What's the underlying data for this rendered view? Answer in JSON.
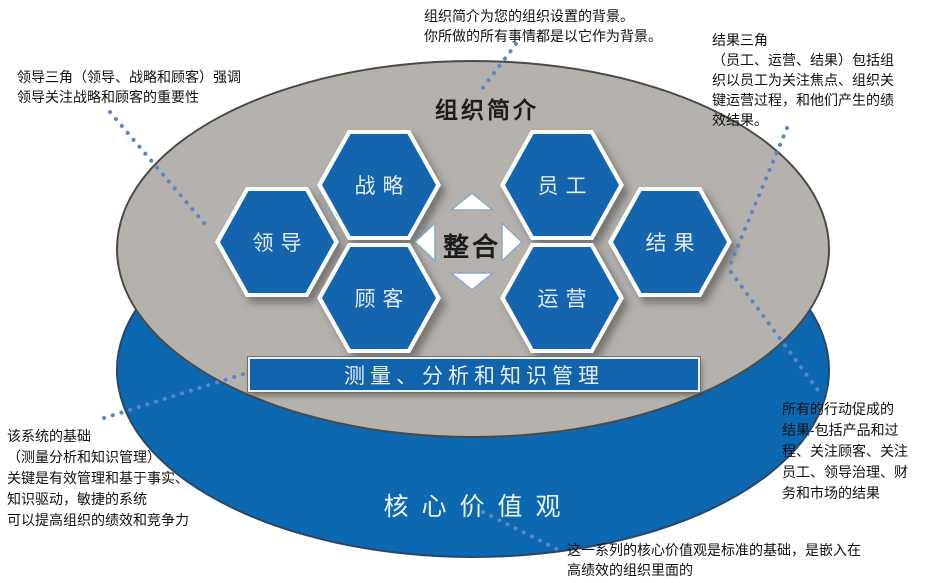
{
  "diagram": {
    "top_label": "组织简介",
    "center_label": "整合",
    "hexagons": [
      {
        "id": "leadership",
        "label": "领导"
      },
      {
        "id": "strategy",
        "label": "战略"
      },
      {
        "id": "customers",
        "label": "顾客"
      },
      {
        "id": "workforce",
        "label": "员工"
      },
      {
        "id": "operations",
        "label": "运营"
      },
      {
        "id": "results",
        "label": "结果"
      }
    ],
    "bar_label": "测量、分析和知识管理",
    "base_label": "核心价值观"
  },
  "annotations": {
    "top": {
      "lines": [
        "组织简介为您的组织设置的背景。",
        "你所做的所有事情都是以它作为背景。"
      ]
    },
    "top_left": {
      "lines": [
        "领导三角（领导、战略和顾客）强调",
        "领导关注战略和顾客的重要性"
      ]
    },
    "top_right": {
      "lines": [
        "结果三角",
        "（员工、运营、结果）包括组",
        "织以员工为关注焦点、组织关",
        "键运营过程，和他们产生的绩",
        "效结果。"
      ]
    },
    "right": {
      "lines": [
        "所有的行动促成的",
        "结果-包括产品和过",
        "程、关注顾客、关注",
        "员工、领导治理、财",
        "务和市场的结果"
      ]
    },
    "bottom_left": {
      "lines": [
        "该系统的基础",
        "（测量分析和知识管理）",
        "关键是有效管理和基于事实、",
        "知识驱动，敏捷的系统",
        "可以提高组织的绩效和竞争力"
      ]
    },
    "bottom": {
      "lines": [
        "这一系列的核心价值观是标准的基础，是嵌入在",
        "高绩效的组织里面的"
      ]
    }
  },
  "colors": {
    "disc_top": "#b5b2ad",
    "disc_base": "#0d68b2",
    "hex_fill": "#1465ad",
    "hex_border": "#fbfbfb",
    "bar_fill": "#1163ac",
    "dotted_connector": "#5b85c4",
    "text_dark": "#111111",
    "text_light": "#e3ecf7"
  }
}
